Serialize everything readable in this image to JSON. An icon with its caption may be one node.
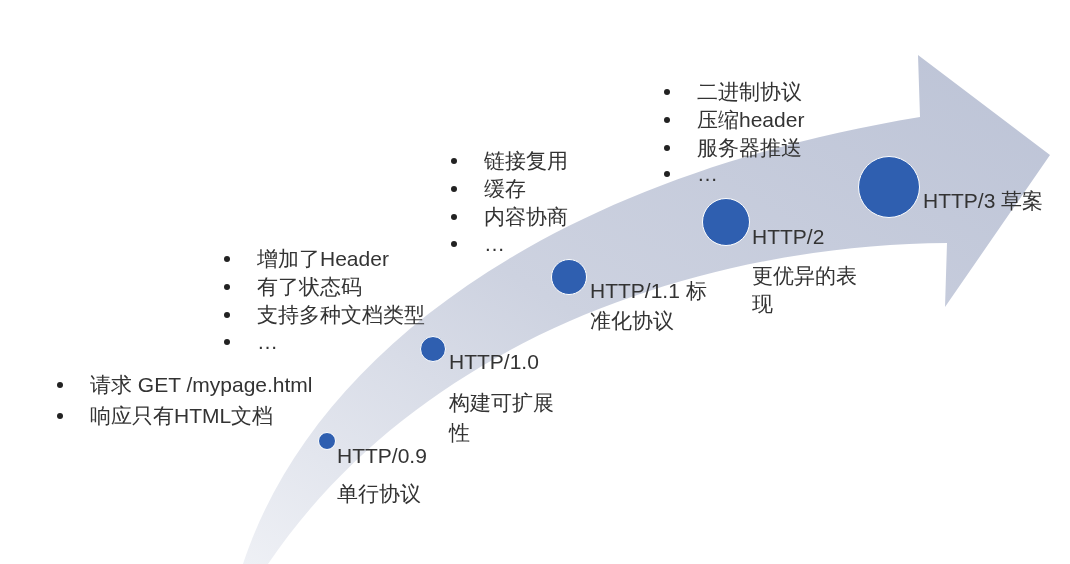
{
  "diagram": {
    "nodes": [
      {
        "text": [],
        "shape": "circle",
        "beside": [
          "HTTP/0.9",
          "单行协议"
        ]
      },
      {
        "text": [],
        "shape": "circle",
        "beside": [
          "HTTP/1.0",
          "构建可扩展性"
        ]
      },
      {
        "text": [],
        "shape": "circle",
        "beside": [
          "HTTP/1.1 标准化协议"
        ]
      },
      {
        "text": [],
        "shape": "circle",
        "beside": [
          "HTTP/2",
          "更优异的表现"
        ]
      },
      {
        "text": [],
        "shape": "circle",
        "beside": [
          "HTTP/3 草案"
        ]
      }
    ],
    "labels": [
      "请求 GET /mypage.html",
      "响应只有HTML文档",
      "增加了Header",
      "有了状态码",
      "支持多种文档类型",
      "…",
      "链接复用",
      "缓存",
      "内容协商",
      "…",
      "二进制协议",
      "压缩header",
      "服务器推送",
      "…"
    ]
  }
}
